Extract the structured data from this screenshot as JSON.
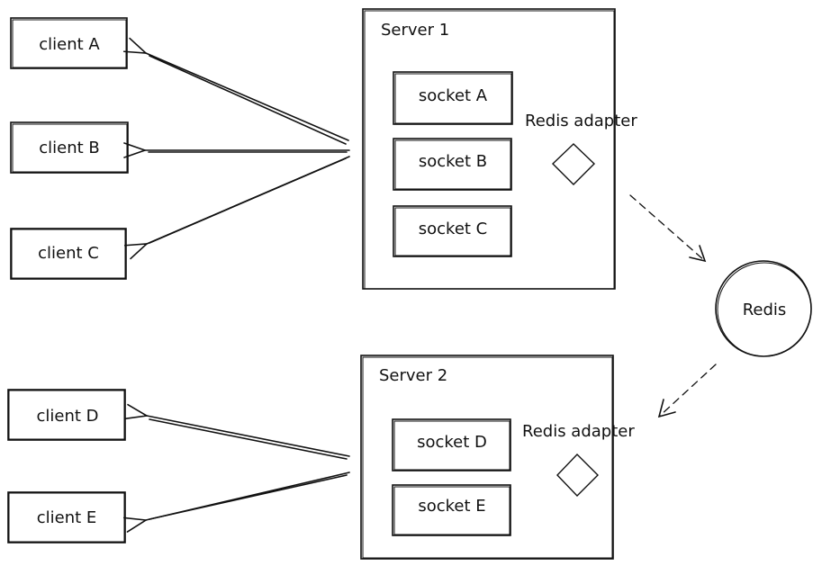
{
  "clients": [
    {
      "label": "client A"
    },
    {
      "label": "client B"
    },
    {
      "label": "client C"
    },
    {
      "label": "client D"
    },
    {
      "label": "client E"
    }
  ],
  "servers": [
    {
      "title": "Server 1",
      "adapter_label": "Redis adapter",
      "sockets": [
        "socket A",
        "socket B",
        "socket C"
      ]
    },
    {
      "title": "Server 2",
      "adapter_label": "Redis adapter",
      "sockets": [
        "socket D",
        "socket E"
      ]
    }
  ],
  "redis": {
    "label": "Redis"
  }
}
